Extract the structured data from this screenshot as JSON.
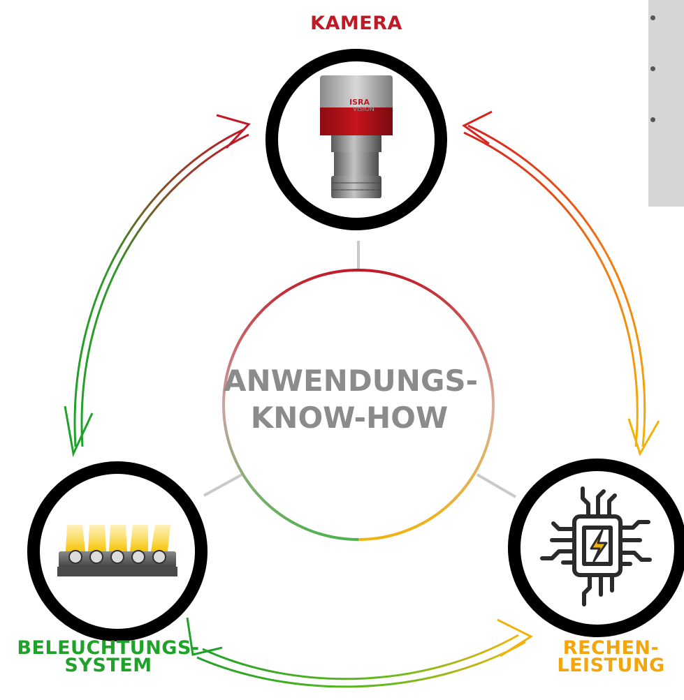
{
  "diagram": {
    "center": {
      "line1": "ANWENDUNGS-",
      "line2": "KNOW-HOW"
    },
    "nodes": {
      "camera": {
        "label": "KAMERA",
        "brand_line1": "ISRA",
        "brand_line2": "VISION"
      },
      "lighting": {
        "label_line1": "BELEUCHTUNGS-",
        "label_line2": "SYSTEM"
      },
      "compute": {
        "label_line1": "RECHEN-",
        "label_line2": "LEISTUNG"
      }
    }
  },
  "colors": {
    "camera": "#c01a26",
    "lighting": "#1fa12a",
    "compute": "#f2a50c",
    "center_text": "#8b8b8b",
    "connector": "#c9c9c9",
    "ring": "#000000",
    "panel": "#d6d6d6"
  },
  "icons": {
    "camera": "industrial-camera-icon",
    "lighting": "led-light-bar-icon",
    "compute": "cpu-chip-lightning-icon"
  },
  "side_panel": {
    "bullet_count": 3
  }
}
